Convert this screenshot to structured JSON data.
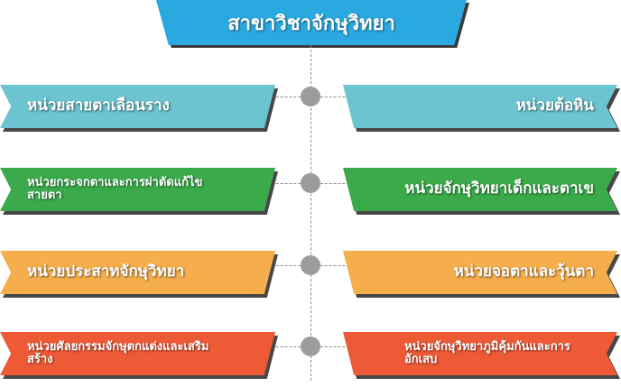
{
  "diagram": {
    "title": "สาขาวิชาจักษุวิทยา",
    "colors": {
      "title": "#2aa8e0",
      "teal": "#6bc4cf",
      "green": "#3aaa4a",
      "orange": "#f5ae4b",
      "red": "#ee5a36",
      "node": "#9c9c9c",
      "connector": "#8c8c8c"
    },
    "rows": [
      {
        "left": {
          "text": "หน่วยสายตาเลือนราง",
          "color": "#6bc4cf"
        },
        "right": {
          "text": "หน่วยต้อหิน",
          "color": "#6bc4cf"
        }
      },
      {
        "left": {
          "text": "หน่วยกระจกตาและการผ่าตัดแก้ไขสายตา",
          "color": "#3aaa4a"
        },
        "right": {
          "text": "หน่วยจักษุวิทยาเด็กและตาเข",
          "color": "#3aaa4a"
        }
      },
      {
        "left": {
          "text": "หน่วยประสาทจักษุวิทยา",
          "color": "#f5ae4b"
        },
        "right": {
          "text": "หน่วยจอตาและวุ้นตา",
          "color": "#f5ae4b"
        }
      },
      {
        "left": {
          "text": "หน่วยศัลยกรรมจักษุตกแต่งและเสริมสร้าง",
          "color": "#ee5a36"
        },
        "right": {
          "text": "หน่วยจักษุวิทยาภูมิคุ้มกันและการอักเสบ",
          "color": "#ee5a36"
        }
      }
    ]
  }
}
